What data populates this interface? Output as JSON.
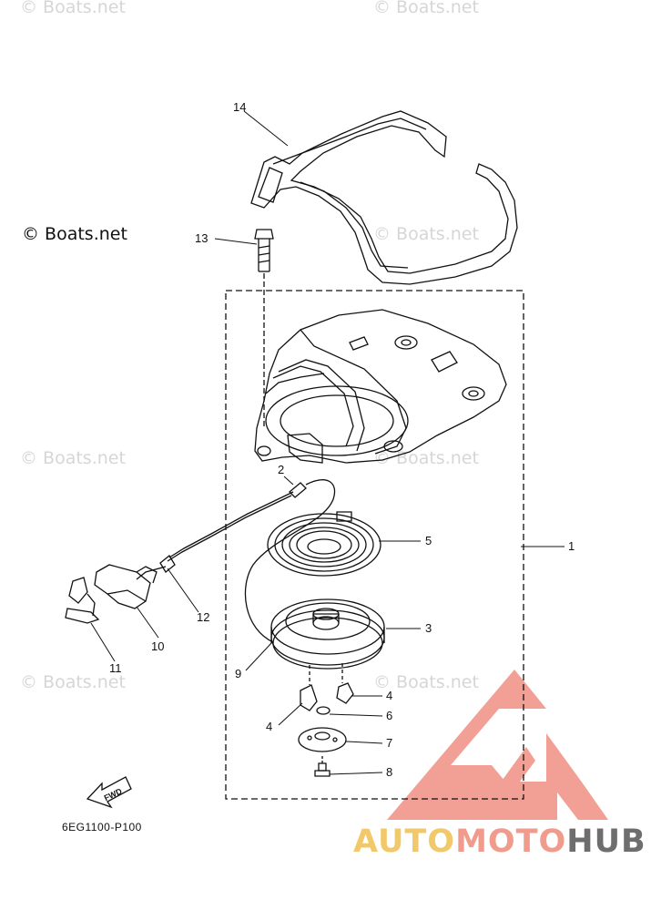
{
  "watermark": {
    "text": "© Boats.net",
    "copyright_text": "© Boats.net"
  },
  "diagram": {
    "part_code": "6EG1100-P100",
    "fwd_label": "FWD",
    "callouts": [
      "1",
      "2",
      "3",
      "4",
      "4",
      "5",
      "6",
      "7",
      "8",
      "9",
      "10",
      "11",
      "12",
      "13",
      "14"
    ]
  },
  "brand": {
    "part1": "AUTO",
    "part2": "MOTO",
    "part3": "HUB",
    "colors": {
      "auto": "#f2c96a",
      "moto": "#f19b8d",
      "hub": "#6e6e6e",
      "logo": "#f08f84"
    }
  }
}
